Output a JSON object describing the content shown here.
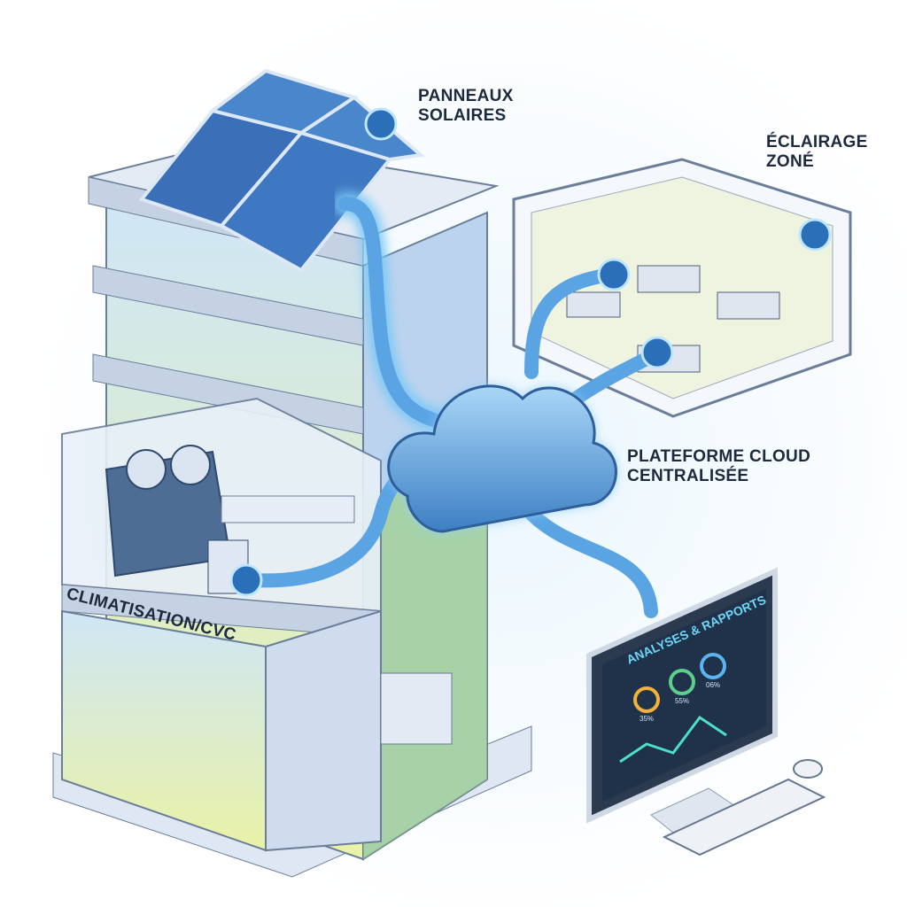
{
  "labels": {
    "solar": [
      "PANNEAUX",
      "SOLAIRES"
    ],
    "lighting": [
      "ÉCLAIRAGE",
      "ZONÉ"
    ],
    "cloud": [
      "PLATEFORME CLOUD",
      "CENTRALISÉE"
    ],
    "hvac": [
      "CLIMATISATION/CVC"
    ]
  },
  "monitor": {
    "title": "ANALYSES & RAPPORTS",
    "gauges": [
      "35%",
      "55%",
      "06%"
    ]
  },
  "icons": [
    "wifi-icon",
    "cloud-icon",
    "solar-panel-icon",
    "air-conditioner-icon",
    "monitor-icon",
    "keyboard-icon",
    "mouse-icon"
  ],
  "colors": {
    "accent": "#3f9be0",
    "glow": "#7cc8f5",
    "building": "#c9d9ee",
    "window": "#e6f2a8",
    "text": "#1d2a3e"
  }
}
